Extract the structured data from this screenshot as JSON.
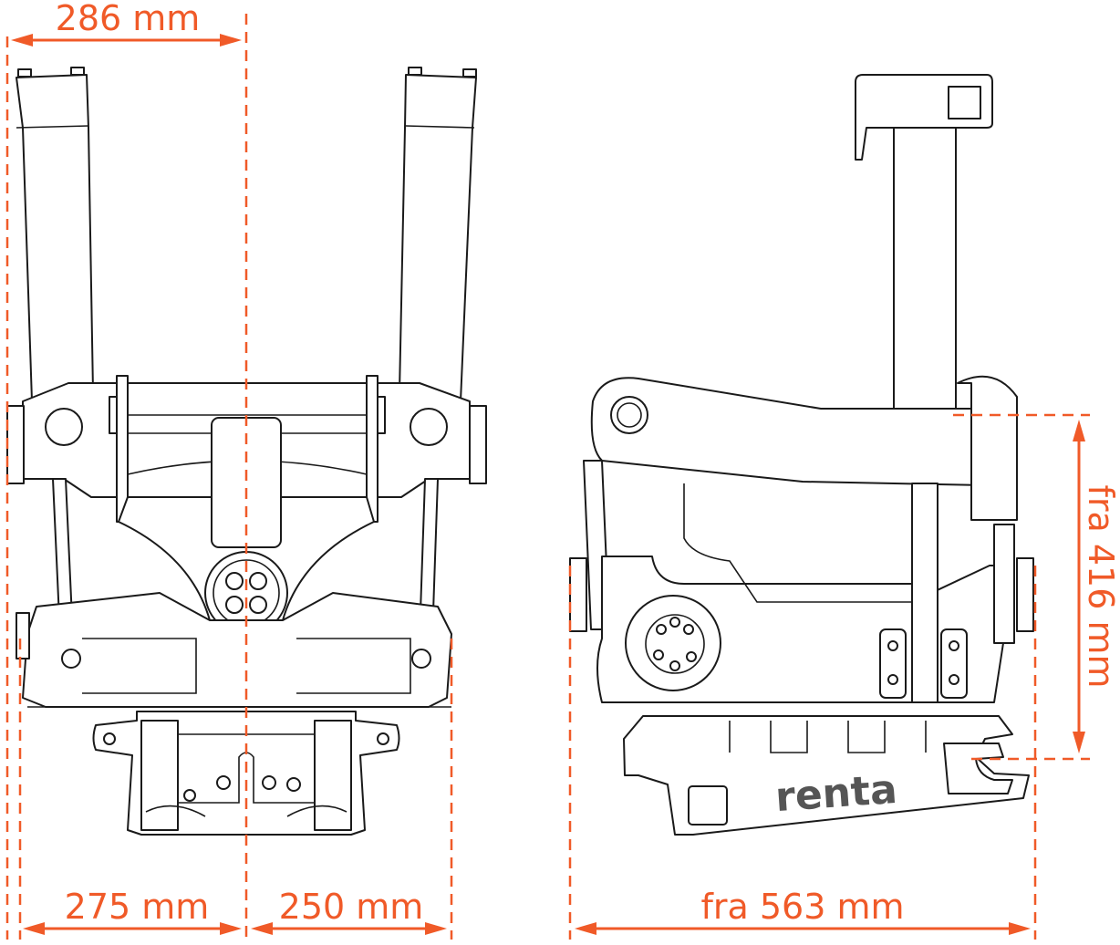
{
  "dimensions": {
    "top_width": "286 mm",
    "bottom_left": "275 mm",
    "bottom_right": "250 mm",
    "side_length": "fra 563 mm",
    "side_height": "fra 416 mm"
  },
  "logo": "renta",
  "colors": {
    "dimension": "#F05A28",
    "line": "#1a1a1a"
  }
}
